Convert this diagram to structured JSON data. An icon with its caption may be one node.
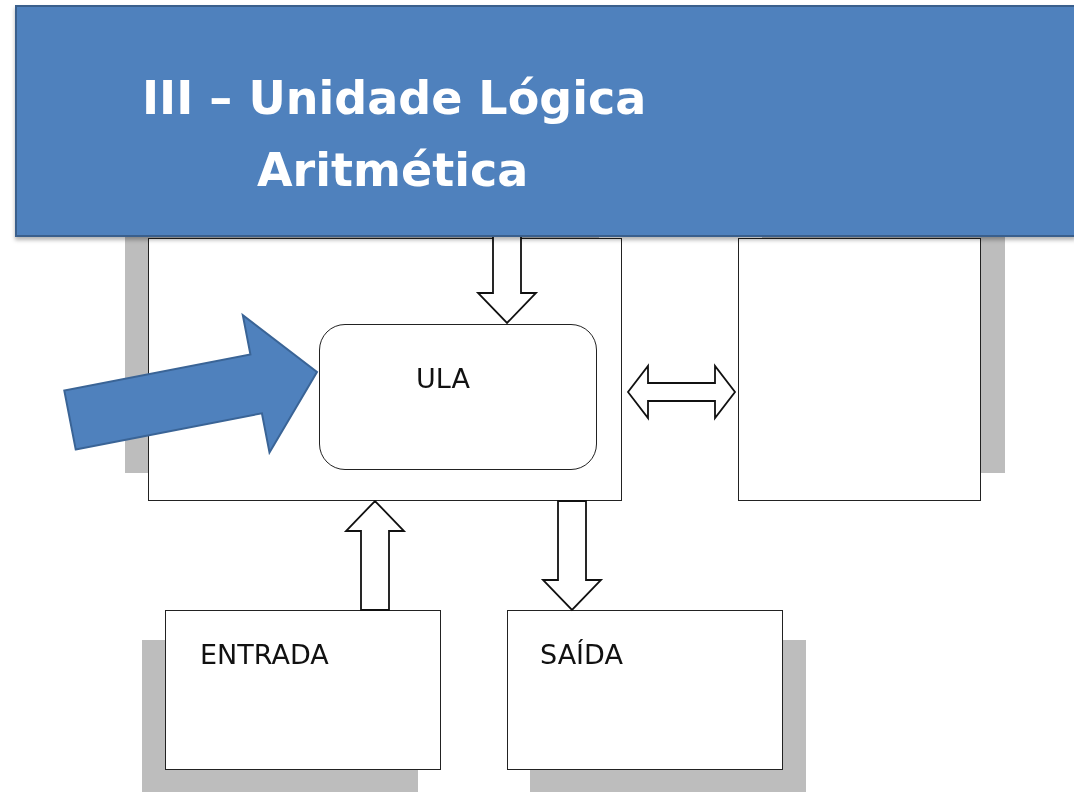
{
  "diagram": {
    "title": "III – Unidade Lógica Aritmética",
    "nodes": [
      {
        "text": [],
        "shape": "box"
      },
      {
        "text": [
          "ULA"
        ],
        "in": 0
      },
      {
        "text": [],
        "shape": "box"
      },
      {
        "text": [
          "ENTRADA"
        ]
      },
      {
        "text": [
          "SAÍDA"
        ]
      }
    ],
    "edges": [
      {
        "from": null,
        "to": 1,
        "arrow": "to"
      },
      {
        "from": null,
        "to": 1,
        "arrow": "to",
        "style": "thick",
        "color": "#4f81bd"
      },
      {
        "from": 0,
        "to": 2,
        "arrow": "both"
      },
      {
        "from": 3,
        "to": 0,
        "arrow": "to"
      },
      {
        "from": 0,
        "to": 4,
        "arrow": "to"
      }
    ]
  }
}
